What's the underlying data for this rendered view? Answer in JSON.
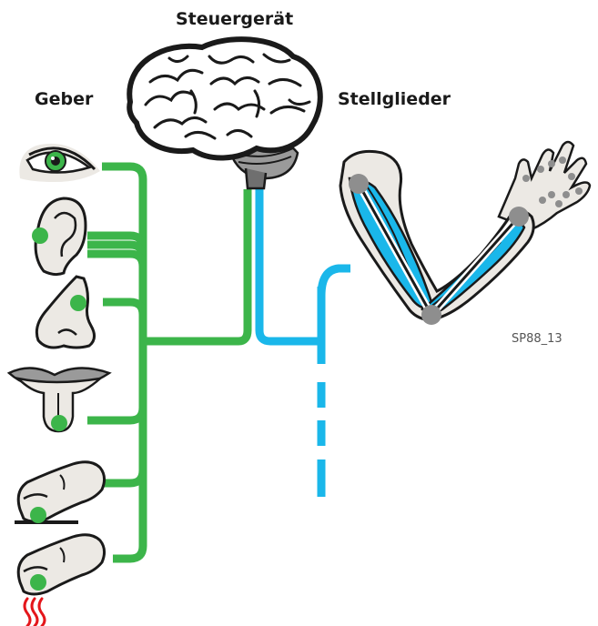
{
  "labels": {
    "controller": "Steuergerät",
    "sensors": "Geber",
    "actuators": "Stellglieder",
    "code": "SP88_13"
  },
  "colors": {
    "sensor_line": "#3cb54a",
    "actuator_line": "#1ab7ea",
    "organ_fill": "#ece9e4",
    "outline": "#1a1a1a",
    "muscle": "#1ab7ea",
    "joint": "#8e8e8e",
    "heat": "#e4161b"
  },
  "sensors": [
    {
      "name": "eye"
    },
    {
      "name": "ear"
    },
    {
      "name": "nose"
    },
    {
      "name": "tongue"
    },
    {
      "name": "finger-touch"
    },
    {
      "name": "finger-heat"
    }
  ]
}
